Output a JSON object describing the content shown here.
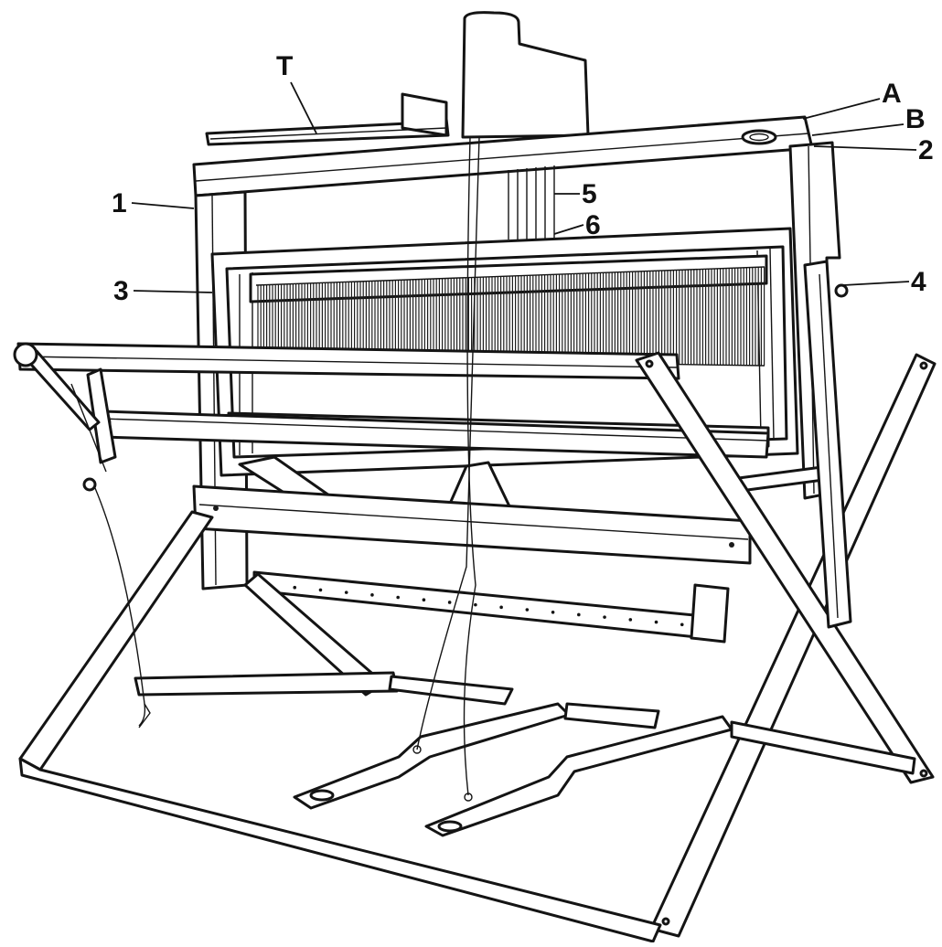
{
  "figure": {
    "labels": {
      "T": "T",
      "A": "A",
      "B": "B",
      "n1": "1",
      "n2": "2",
      "n3": "3",
      "n4": "4",
      "n5": "5",
      "n6": "6"
    }
  },
  "colors": {
    "ink": "#141414",
    "paper": "#ffffff"
  }
}
